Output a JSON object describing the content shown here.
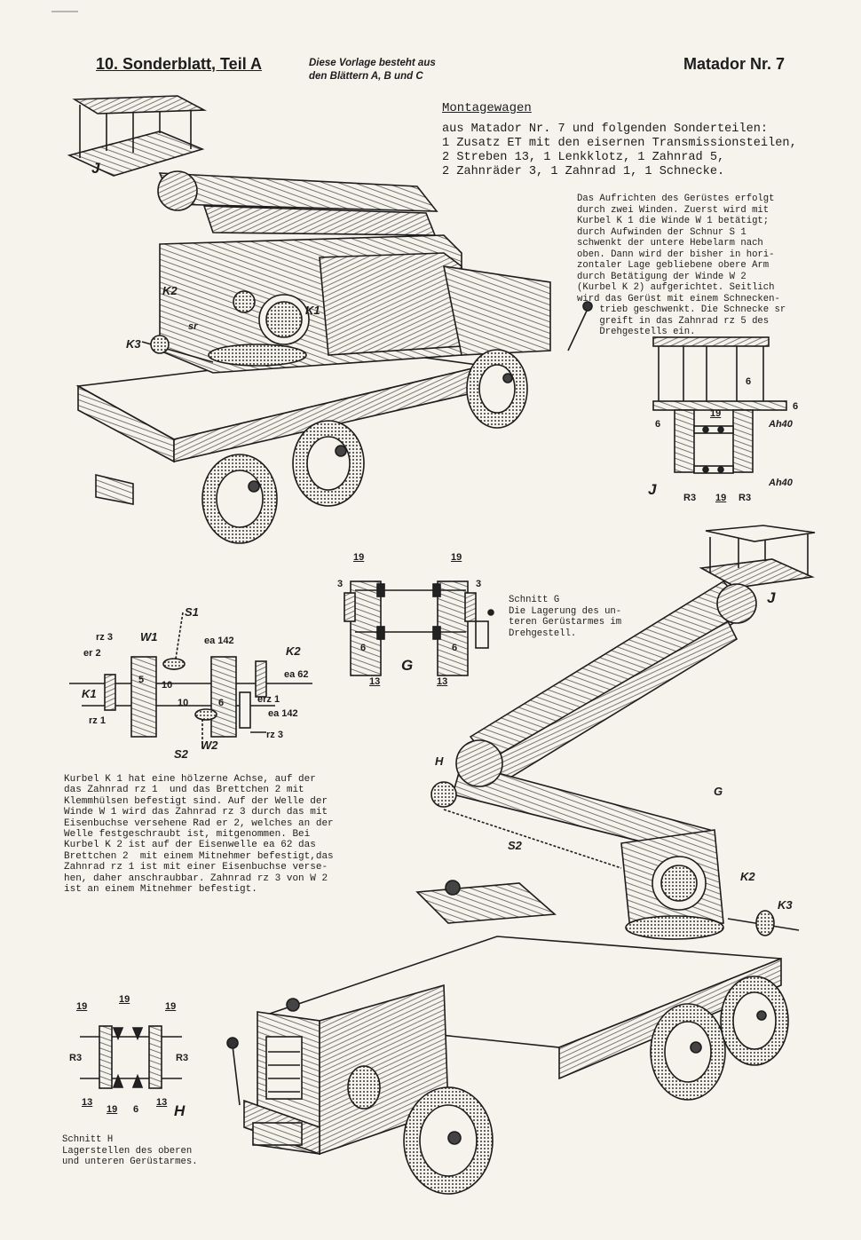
{
  "header": {
    "title": "10. Sonderblatt, Teil A",
    "note_line1": "Diese Vorlage besteht aus",
    "note_line2": "den Blättern A, B und C",
    "set": "Matador Nr. 7"
  },
  "section_title": "Montagewagen",
  "intro": "aus Matador Nr. 7 und folgenden Sonderteilen:\n1 Zusatz ET mit den eisernen Transmissionsteilen,\n2 Streben 13, 1 Lenkklotz, 1 Zahnrad 5,\n2 Zahnräder 3, 1 Zahnrad 1, 1 Schnecke.",
  "description": "Das Aufrichten des Gerüstes erfolgt\ndurch zwei Winden. Zuerst wird mit\nKurbel K 1 die Winde W 1 betätigt;\ndurch Aufwinden der Schnur S 1\nschwenkt der untere Hebelarm nach\noben. Dann wird der bisher in hori-\nzontaler Lage gebliebene obere Arm\ndurch Betätigung der Winde W 2\n(Kurbel K 2) aufgerichtet. Seitlich\nwird das Gerüst mit einem Schnecken-\n    trieb geschwenkt. Die Schnecke sr\n    greift in das Zahnrad rz 5 des\n    Drehgestells ein.",
  "note_g": "Schnitt G\nDie Lagerung des un-\nteren Gerüstarmes im\nDrehgestell.",
  "kurbel_text": "Kurbel K 1 hat eine hölzerne Achse, auf der\ndas Zahnrad rz 1  und das Brettchen 2 mit\nKlemmhülsen befestigt sind. Auf der Welle der\nWinde W 1 wird das Zahnrad rz 3 durch das mit\nEisenbuchse versehene Rad er 2, welches an der\nWelle festgeschraubt ist, mitgenommen. Bei\nKurbel K 2 ist auf der Eisenwelle ea 62 das\nBrettchen 2  mit einem Mitnehmer befestigt,das\nZahnrad rz 1 ist mit einer Eisenbuchse verse-\nhen, daher anschraubbar. Zahnrad rz 3 von W 2\nist an einem Mitnehmer befestigt.",
  "note_h": "Schnitt H\nLagerstellen des oberen\nund unteren Gerüstarmes.",
  "labels": {
    "J": "J",
    "K1": "K1",
    "K2": "K2",
    "K3": "K3",
    "sr": "sr",
    "S1": "S1",
    "S2": "S2",
    "W1": "W1",
    "W2": "W2",
    "G": "G",
    "H": "H",
    "n3": "3",
    "n5": "5",
    "n6": "6",
    "n10": "10",
    "n13": "13",
    "n19": "19",
    "Ah40": "Ah40",
    "R3": "R3",
    "rz3": "rz 3",
    "rz1": "rz 1",
    "er2": "er 2",
    "erz1": "erz 1",
    "ea142": "ea 142",
    "ea62": "ea 62"
  },
  "colors": {
    "paper": "#f6f3ec",
    "ink": "#1d1d1d"
  }
}
